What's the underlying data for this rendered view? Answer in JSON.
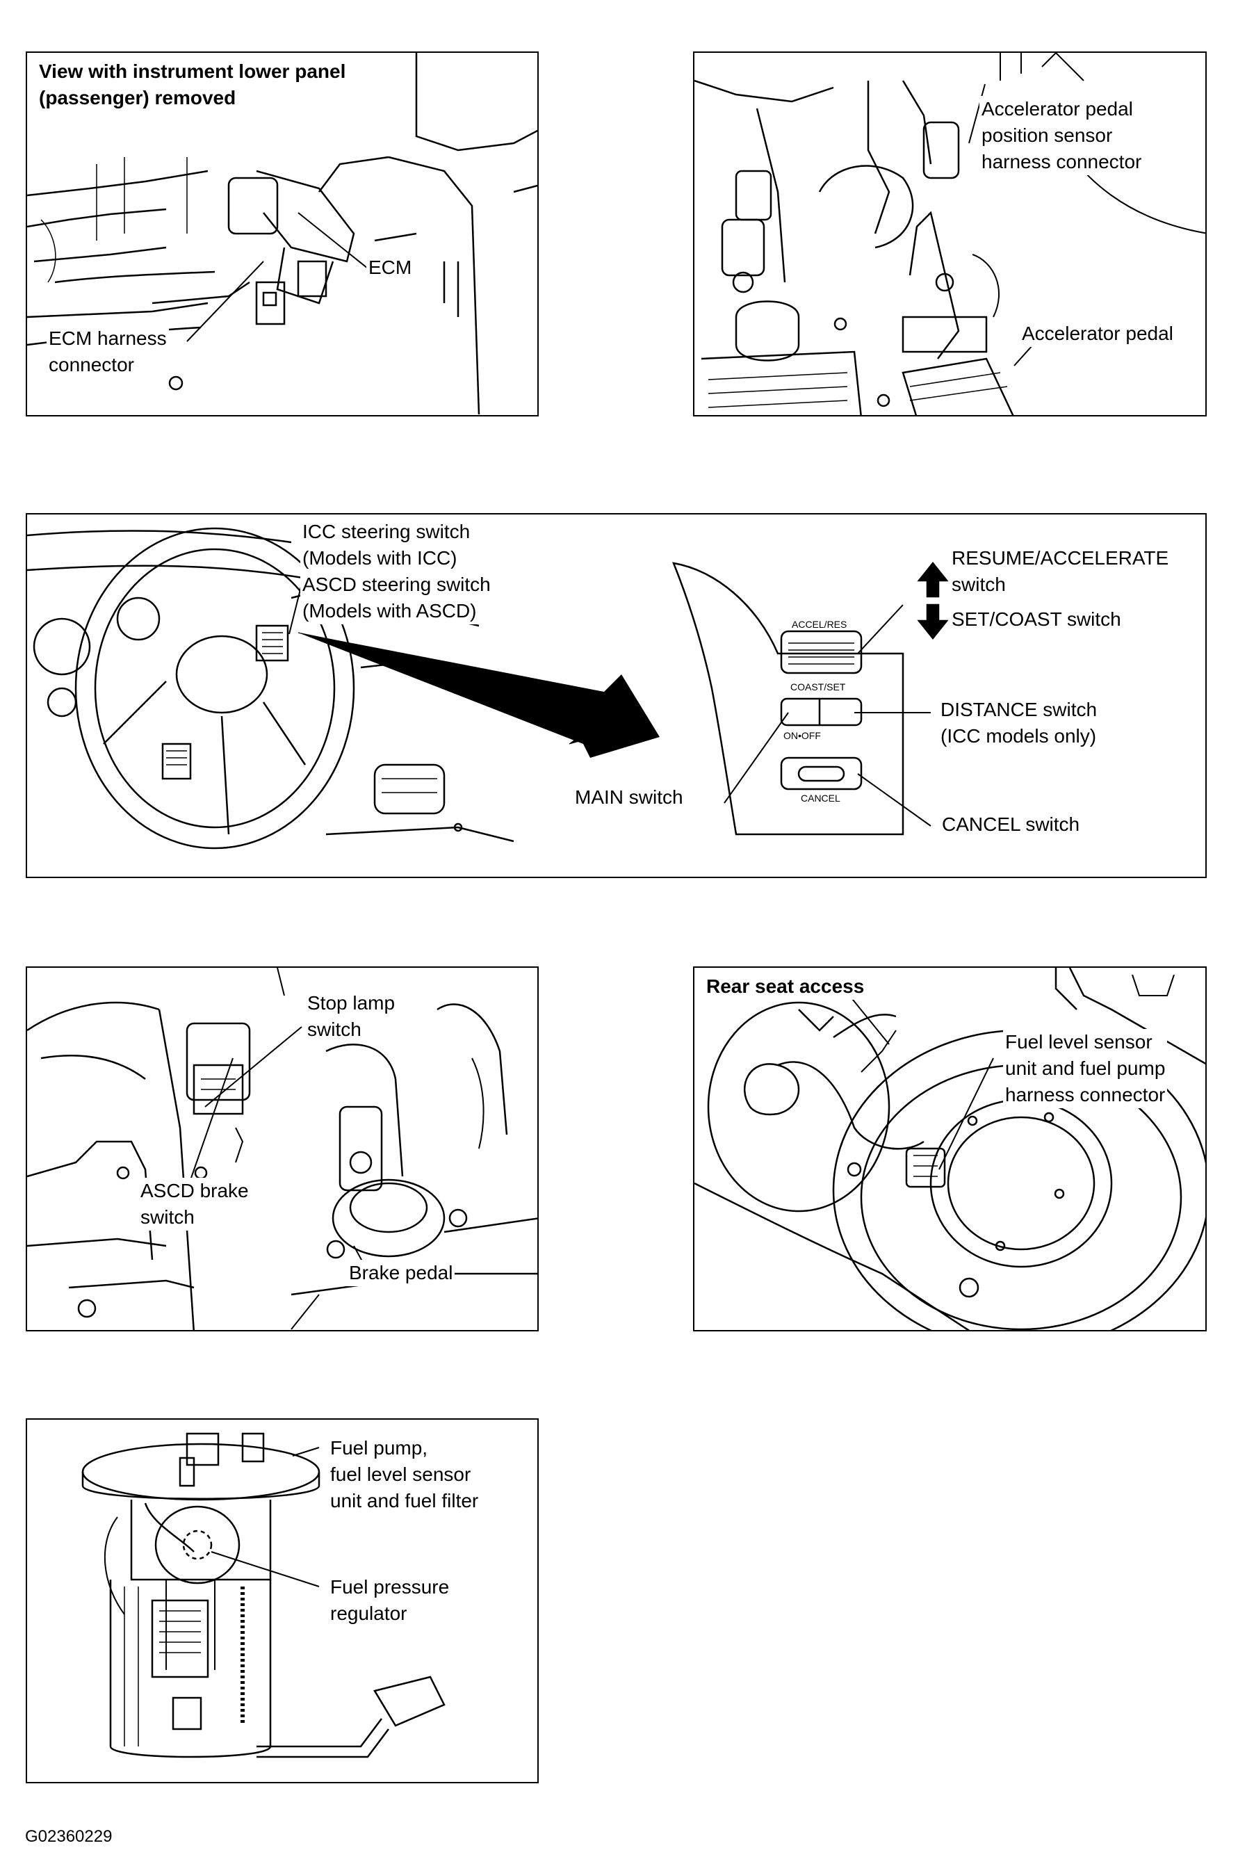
{
  "panels": {
    "ecm": {
      "title": "View with instrument lower panel\n(passenger) removed",
      "ecm_label": "ECM",
      "harness_label": "ECM harness\nconnector"
    },
    "accel": {
      "sensor_label": "Accelerator pedal\nposition sensor\nharness connector",
      "pedal_label": "Accelerator pedal"
    },
    "steering": {
      "switch_label": "ICC steering switch\n(Models with ICC)\nASCD steering switch\n(Models with ASCD)",
      "resume_label": "RESUME/ACCELERATE\nswitch",
      "set_label": "SET/COAST switch",
      "distance_label": "DISTANCE switch\n(ICC models only)",
      "main_label": "MAIN switch",
      "cancel_label": "CANCEL switch",
      "accel_res_text": "ACCEL/RES",
      "coast_set_text": "COAST/SET",
      "on_off_text": "ON•OFF",
      "cancel_text": "CANCEL"
    },
    "brake": {
      "stop_lamp_label": "Stop lamp\nswitch",
      "ascd_brake_label": "ASCD brake\nswitch",
      "brake_pedal_label": "Brake pedal"
    },
    "fuel_access": {
      "title": "Rear seat access",
      "connector_label": "Fuel level sensor\nunit and fuel pump\nharness connector"
    },
    "fuel_pump": {
      "pump_label": "Fuel pump,\nfuel level sensor\nunit and fuel filter",
      "regulator_label": "Fuel pressure\nregulator"
    }
  },
  "figure_code": "G02360229"
}
